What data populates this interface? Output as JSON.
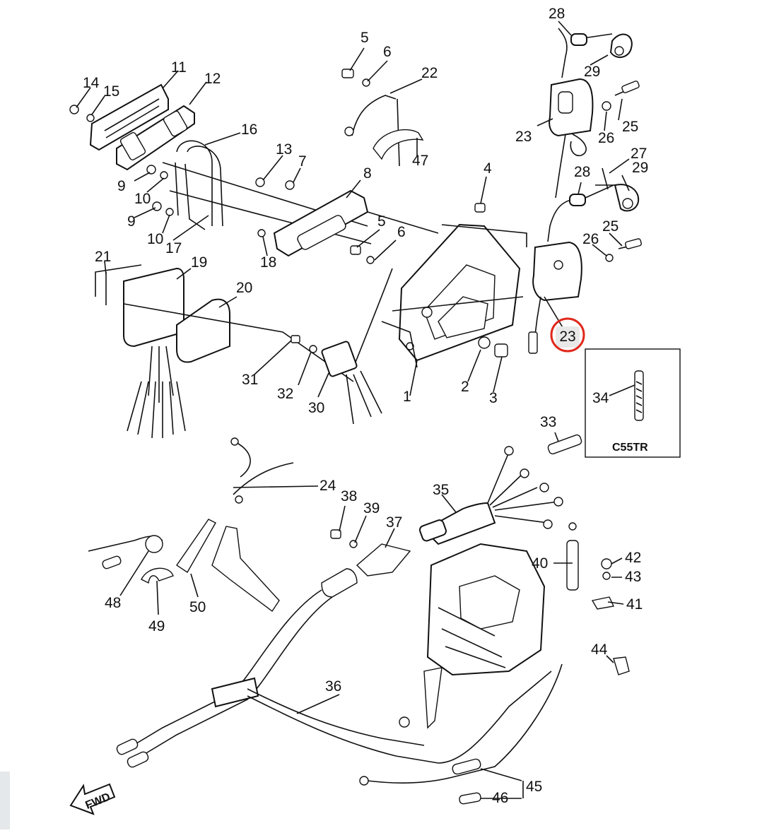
{
  "diagram": {
    "inset_label": "C55TR",
    "fwd_label": "FWD",
    "highlight": {
      "label": "23",
      "ring_color": "#e0281c"
    },
    "callouts": [
      {
        "id": "c28a",
        "text": "28"
      },
      {
        "id": "c29a",
        "text": "29"
      },
      {
        "id": "c23a",
        "text": "23"
      },
      {
        "id": "c26a",
        "text": "26"
      },
      {
        "id": "c25a",
        "text": "25"
      },
      {
        "id": "c27",
        "text": "27"
      },
      {
        "id": "c29b",
        "text": "29"
      },
      {
        "id": "c28b",
        "text": "28"
      },
      {
        "id": "c26b",
        "text": "26"
      },
      {
        "id": "c25b",
        "text": "25"
      },
      {
        "id": "c5a",
        "text": "5"
      },
      {
        "id": "c6a",
        "text": "6"
      },
      {
        "id": "c22",
        "text": "22"
      },
      {
        "id": "c47",
        "text": "47"
      },
      {
        "id": "c4",
        "text": "4"
      },
      {
        "id": "c11",
        "text": "11"
      },
      {
        "id": "c12",
        "text": "12"
      },
      {
        "id": "c14",
        "text": "14"
      },
      {
        "id": "c15",
        "text": "15"
      },
      {
        "id": "c16",
        "text": "16"
      },
      {
        "id": "c13",
        "text": "13"
      },
      {
        "id": "c7",
        "text": "7"
      },
      {
        "id": "c8",
        "text": "8"
      },
      {
        "id": "c9a",
        "text": "9"
      },
      {
        "id": "c10a",
        "text": "10"
      },
      {
        "id": "c9b",
        "text": "9"
      },
      {
        "id": "c10b",
        "text": "10"
      },
      {
        "id": "c17",
        "text": "17"
      },
      {
        "id": "c18",
        "text": "18"
      },
      {
        "id": "c5b",
        "text": "5"
      },
      {
        "id": "c6b",
        "text": "6"
      },
      {
        "id": "c21",
        "text": "21"
      },
      {
        "id": "c19",
        "text": "19"
      },
      {
        "id": "c20",
        "text": "20"
      },
      {
        "id": "c31",
        "text": "31"
      },
      {
        "id": "c32",
        "text": "32"
      },
      {
        "id": "c30",
        "text": "30"
      },
      {
        "id": "c1",
        "text": "1"
      },
      {
        "id": "c2",
        "text": "2"
      },
      {
        "id": "c3",
        "text": "3"
      },
      {
        "id": "c34",
        "text": "34"
      },
      {
        "id": "c33",
        "text": "33"
      },
      {
        "id": "c24",
        "text": "24"
      },
      {
        "id": "c38",
        "text": "38"
      },
      {
        "id": "c39",
        "text": "39"
      },
      {
        "id": "c37",
        "text": "37"
      },
      {
        "id": "c35",
        "text": "35"
      },
      {
        "id": "c40",
        "text": "40"
      },
      {
        "id": "c42",
        "text": "42"
      },
      {
        "id": "c43",
        "text": "43"
      },
      {
        "id": "c41",
        "text": "41"
      },
      {
        "id": "c48",
        "text": "48"
      },
      {
        "id": "c50",
        "text": "50"
      },
      {
        "id": "c49",
        "text": "49"
      },
      {
        "id": "c44",
        "text": "44"
      },
      {
        "id": "c36",
        "text": "36"
      },
      {
        "id": "c45",
        "text": "45"
      },
      {
        "id": "c46",
        "text": "46"
      }
    ]
  }
}
